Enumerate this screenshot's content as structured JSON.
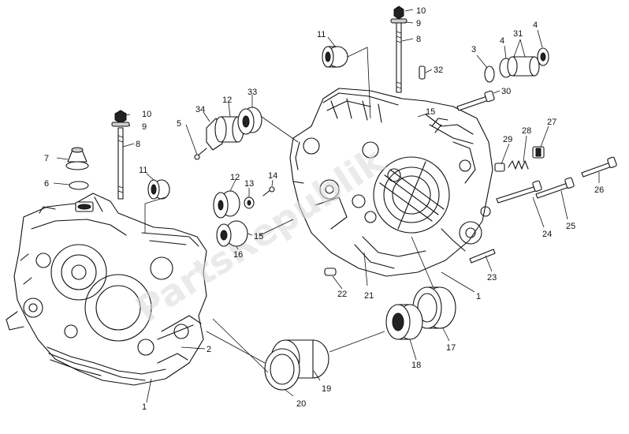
{
  "diagram": {
    "watermark": "PartsRepublik",
    "labels": [
      {
        "key": "L10a",
        "text": "10"
      },
      {
        "key": "L9a",
        "text": "9"
      },
      {
        "key": "L8a",
        "text": "8"
      },
      {
        "key": "L11a",
        "text": "11"
      },
      {
        "key": "L32",
        "text": "32"
      },
      {
        "key": "L3",
        "text": "3"
      },
      {
        "key": "L4a",
        "text": "4"
      },
      {
        "key": "L31",
        "text": "31"
      },
      {
        "key": "L4b",
        "text": "4"
      },
      {
        "key": "L30",
        "text": "30"
      },
      {
        "key": "L15a",
        "text": "15"
      },
      {
        "key": "L28",
        "text": "28"
      },
      {
        "key": "L27",
        "text": "27"
      },
      {
        "key": "L29",
        "text": "29"
      },
      {
        "key": "L26",
        "text": "26"
      },
      {
        "key": "L25",
        "text": "25"
      },
      {
        "key": "L24",
        "text": "24"
      },
      {
        "key": "L23",
        "text": "23"
      },
      {
        "key": "L1a",
        "text": "1"
      },
      {
        "key": "L21",
        "text": "21"
      },
      {
        "key": "L22",
        "text": "22"
      },
      {
        "key": "L17",
        "text": "17"
      },
      {
        "key": "L18",
        "text": "18"
      },
      {
        "key": "L19",
        "text": "19"
      },
      {
        "key": "L20",
        "text": "20"
      },
      {
        "key": "L34",
        "text": "34"
      },
      {
        "key": "L12a",
        "text": "12"
      },
      {
        "key": "L33",
        "text": "33"
      },
      {
        "key": "L5",
        "text": "5"
      },
      {
        "key": "L10b",
        "text": "10"
      },
      {
        "key": "L9b",
        "text": "9"
      },
      {
        "key": "L8b",
        "text": "8"
      },
      {
        "key": "L7",
        "text": "7"
      },
      {
        "key": "L6",
        "text": "6"
      },
      {
        "key": "L11b",
        "text": "11"
      },
      {
        "key": "L12b",
        "text": "12"
      },
      {
        "key": "L13",
        "text": "13"
      },
      {
        "key": "L14",
        "text": "14"
      },
      {
        "key": "L15b",
        "text": "15"
      },
      {
        "key": "L16",
        "text": "16"
      },
      {
        "key": "L2",
        "text": "2"
      },
      {
        "key": "L1b",
        "text": "1"
      }
    ]
  }
}
